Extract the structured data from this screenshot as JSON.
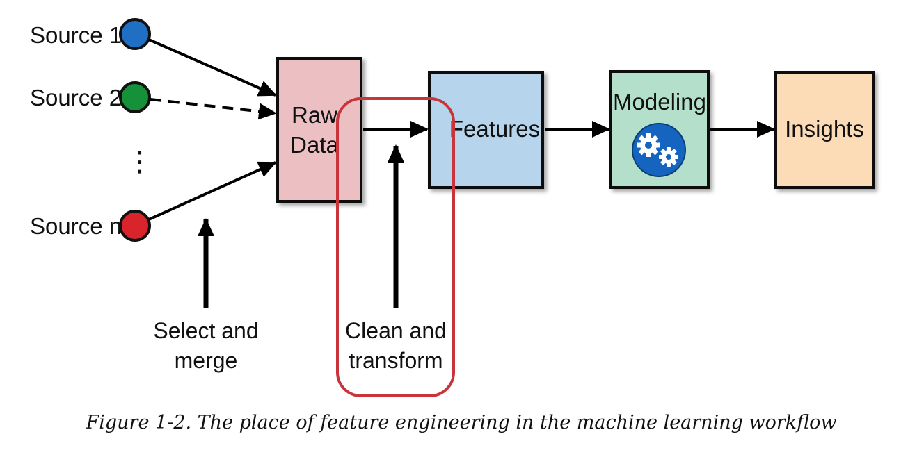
{
  "sources": [
    {
      "label": "Source 1",
      "color": "#1f6fc5"
    },
    {
      "label": "Source 2",
      "color": "#15913a"
    },
    {
      "label": "Source n",
      "color": "#d9242c"
    }
  ],
  "ellipsis": "⋮",
  "boxes": {
    "raw_data": {
      "line1": "Raw",
      "line2": "Data",
      "color": "#ecbfc3"
    },
    "features": {
      "label": "Features",
      "color": "#b6d5ec"
    },
    "modeling": {
      "label": "Modeling",
      "color": "#b4e0cb",
      "icon": "gears-icon"
    },
    "insights": {
      "label": "Insights",
      "color": "#fbdcb7"
    }
  },
  "annotations": {
    "select_merge": {
      "line1": "Select and",
      "line2": "merge"
    },
    "clean_transform": {
      "line1": "Clean and",
      "line2": "transform",
      "highlight_color": "#c9333a"
    }
  },
  "caption": "Figure 1-2. The place of feature engineering in the machine learning workflow"
}
